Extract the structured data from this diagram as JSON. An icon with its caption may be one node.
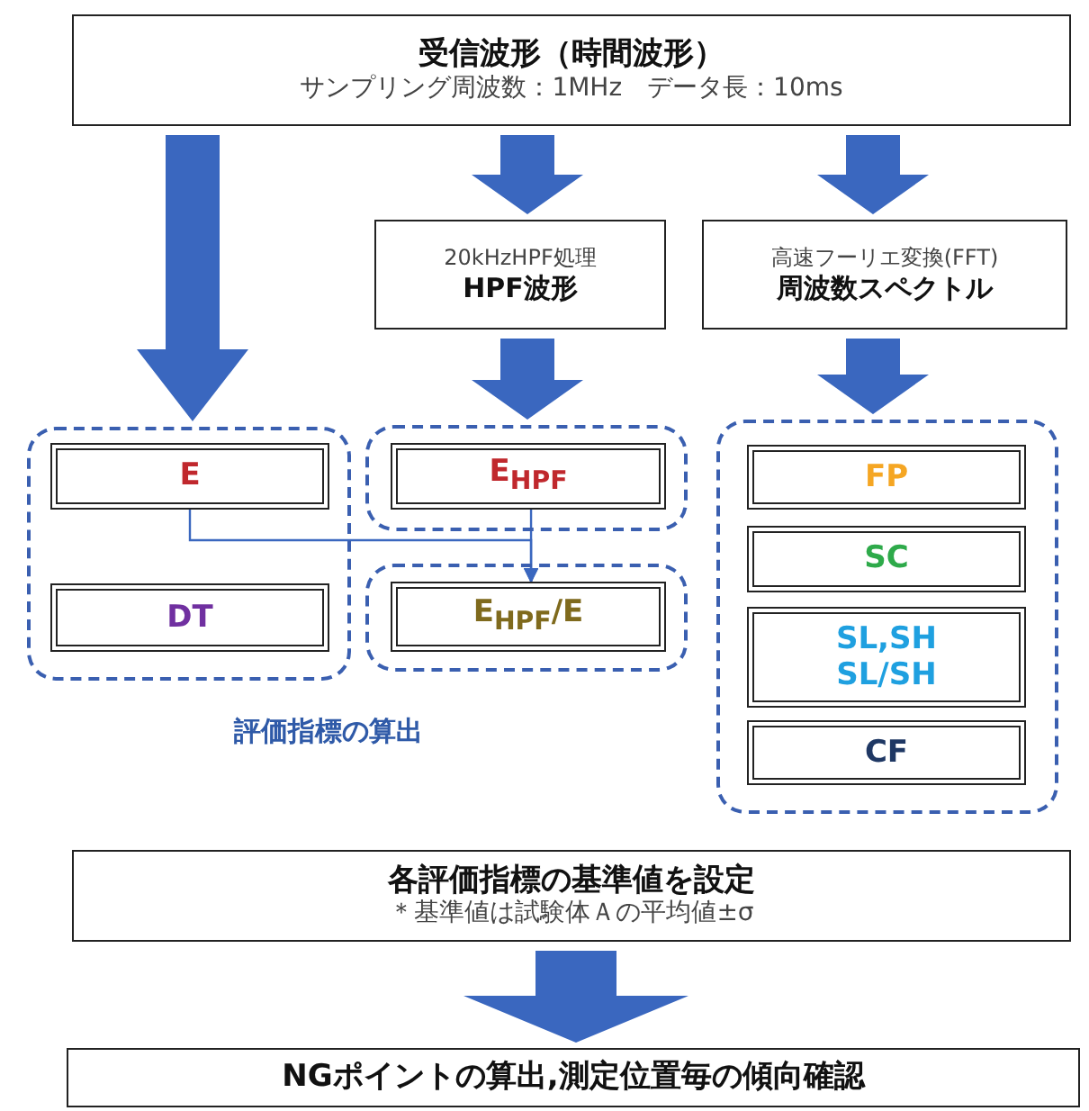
{
  "diagram": {
    "nodes": [
      {
        "text": [
          "受信波形（時間波形）",
          "サンプリング周波数：1MHz　データ長：10ms"
        ]
      },
      {
        "text": [
          "20kHzHPF処理",
          "HPF波形"
        ]
      },
      {
        "text": [
          "高速フーリエ変換(FFT)",
          "周波数スペクトル"
        ]
      },
      {
        "text": [],
        "shape": "box"
      },
      {
        "text": [
          "E"
        ],
        "in": 3
      },
      {
        "text": [
          "DT"
        ],
        "in": 3
      },
      {
        "text": [],
        "shape": "box"
      },
      {
        "text": [
          "E$_{HPF}$"
        ],
        "in": 6
      },
      {
        "text": [],
        "shape": "box"
      },
      {
        "text": [
          "E$_{HPF}$/E"
        ],
        "in": 8
      },
      {
        "text": [],
        "shape": "box"
      },
      {
        "text": [
          "FP"
        ],
        "in": 10
      },
      {
        "text": [
          "SC"
        ],
        "in": 10
      },
      {
        "text": [
          "SL,SH SL/SH"
        ],
        "in": 10
      },
      {
        "text": [
          "CF"
        ],
        "in": 10
      },
      {
        "text": [
          "各評価指標の基準値を設定",
          "＊基準値は試験体Ａの平均値±σ"
        ]
      },
      {
        "text": [
          "NGポイントの算出,測定位置毎の傾向確認"
        ]
      }
    ],
    "edges": [
      {
        "from": 0,
        "to": 3,
        "arrow": "to",
        "style": "thick"
      },
      {
        "from": 0,
        "to": 1,
        "arrow": "to",
        "style": "thick"
      },
      {
        "from": 0,
        "to": 2,
        "arrow": "to",
        "style": "thick"
      },
      {
        "from": 1,
        "to": 6,
        "arrow": "to",
        "style": "thick"
      },
      {
        "from": 2,
        "to": 10,
        "arrow": "to",
        "style": "thick"
      },
      {
        "from": 4,
        "to": 9,
        "arrow": "to"
      },
      {
        "from": 7,
        "to": 9,
        "arrow": "to"
      },
      {
        "from": 15,
        "to": 16,
        "arrow": "to",
        "style": "thick"
      }
    ],
    "labels": [
      "評価指標の算出"
    ]
  }
}
